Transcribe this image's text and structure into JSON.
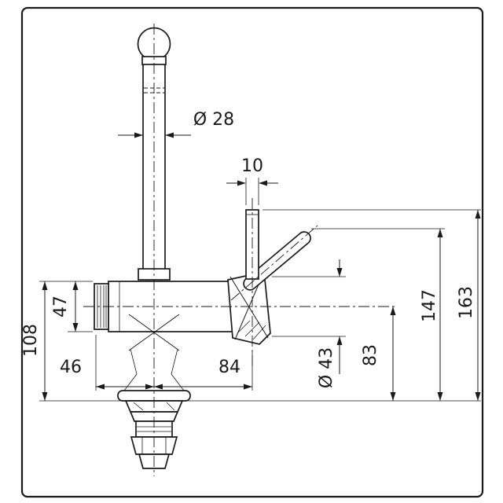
{
  "drawing": {
    "type": "faucet-installation-dimension-drawing",
    "colors": {
      "line": "#1a1a1a",
      "background": "#ffffff"
    },
    "dimensions": {
      "spout_tube_diameter": "Ø 28",
      "handle_pin_width": "10",
      "body_left_height": "47",
      "body_total_height": "108",
      "offset_left": "46",
      "offset_right": "84",
      "body_diameter": "Ø 43",
      "height_to_body_axis": "83",
      "height_to_lever_top": "147",
      "height_to_pin_top": "163"
    }
  }
}
